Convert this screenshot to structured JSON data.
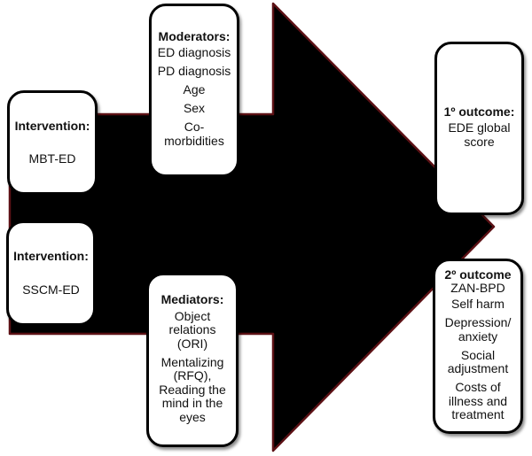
{
  "figure": {
    "background": "#ffffff",
    "arrow": {
      "direction": "right",
      "fill": "#000000",
      "edge_color": "#5c1115"
    },
    "boxes": {
      "intervention1": {
        "title": "Intervention:",
        "value": "MBT-ED"
      },
      "intervention2": {
        "title": "Intervention:",
        "value": "SSCM-ED"
      },
      "moderators": {
        "title": "Moderators:",
        "items": [
          "ED diagnosis",
          "PD diagnosis",
          "Age",
          "Sex",
          "Co-morbidities"
        ]
      },
      "mediators": {
        "title": "Mediators:",
        "items": [
          "Object relations (ORI)",
          "Mentalizing (RFQ), Reading the mind in the eyes"
        ]
      },
      "outcome1": {
        "title": "1º outcome:",
        "items": [
          "EDE global score"
        ]
      },
      "outcome2": {
        "title": "2º outcome",
        "scale": "ZAN-BPD",
        "items": [
          "Self harm",
          "Depression/ anxiety",
          "Social adjustment",
          "Costs of illness and treatment"
        ]
      }
    }
  }
}
